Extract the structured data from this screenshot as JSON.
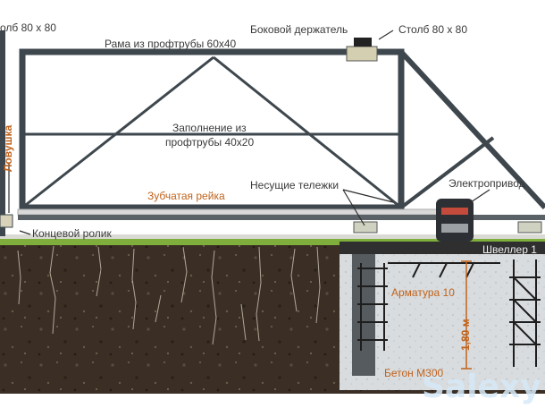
{
  "labels": {
    "post_left": "олб 80 x 80",
    "side_holder": "Боковой держатель",
    "post_right": "Столб 80 x 80",
    "frame": "Рама из профтрубы  60x40",
    "fill_line1": "Заполнение из",
    "fill_line2": "профтрубы  40x20",
    "catcher": "Ловушка",
    "rack": "Зубчатая рейка",
    "carriages": "Несущие тележки",
    "drive": "Электропривод",
    "end_roller": "Концевой ролик",
    "channel": "Швеллер 1",
    "rebar": "Арматура 10",
    "depth": "1,80 м",
    "concrete": "Бетон М300"
  },
  "watermark": "Salexy",
  "colors": {
    "frame": "#3e474d",
    "label_orange": "#c0621a",
    "label_dark": "#3a3a3a",
    "soil": "#3b2f25",
    "concrete": "#d9dcde",
    "grass": "#7fae3c",
    "watermark": "#d6e9f7"
  }
}
